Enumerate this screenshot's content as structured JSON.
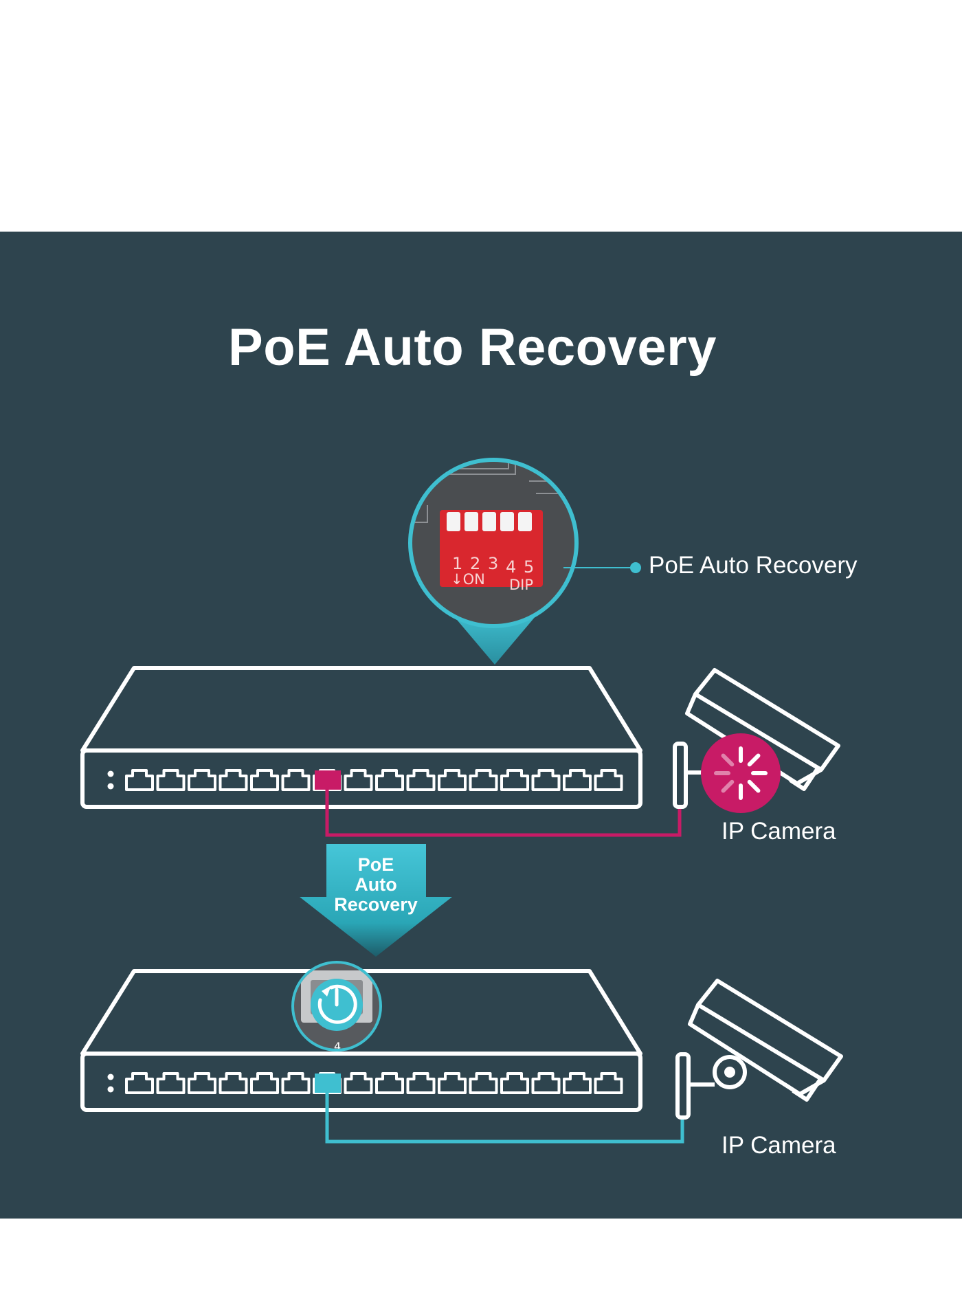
{
  "title": "PoE Auto Recovery",
  "callout_label": "PoE Auto Recovery",
  "arrow_text": [
    "PoE",
    "Auto",
    "Recovery"
  ],
  "camera_label_top": "IP Camera",
  "camera_label_bottom": "IP Camera",
  "dip_switch": {
    "numbers": [
      "1",
      "2",
      "3",
      "4",
      "5"
    ],
    "on_label": "↓ON",
    "dip_label": "DIP"
  },
  "zoom_port_number": "4",
  "colors": {
    "background": "#2e444e",
    "accent_teal": "#3fbfd0",
    "alert_magenta": "#c81b66",
    "dip_red": "#d9272e"
  },
  "icons": {
    "loading": "loading-spinner-icon",
    "recovery": "power-recovery-icon"
  }
}
